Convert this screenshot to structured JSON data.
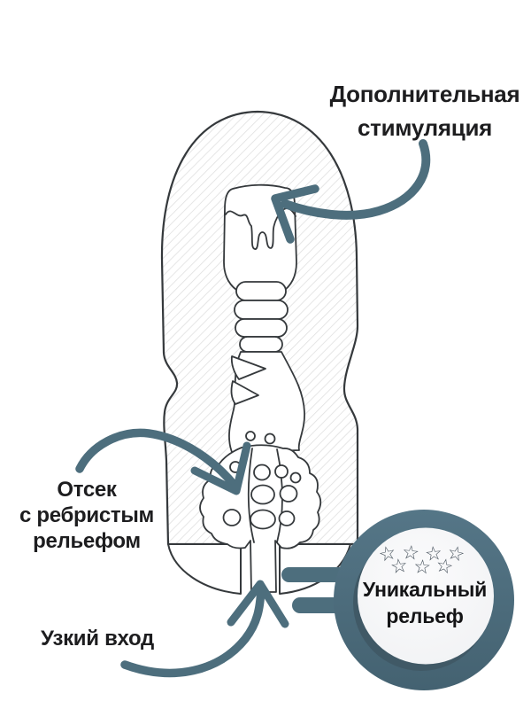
{
  "diagram": {
    "labels": {
      "additional_stimulation": {
        "line1": "Дополнительная",
        "line2": "стимуляция"
      },
      "ribbed_compartment": {
        "line1": "Отсек",
        "line2": "с ребристым",
        "line3": "рельефом"
      },
      "narrow_entrance": "Узкий вход"
    },
    "badge": {
      "line1": "Уникальный",
      "line2": "рельеф",
      "star_icon": "☆",
      "stars_count": 7
    },
    "colors": {
      "accent_teal": "#4d6e7d",
      "text": "#1d1d1f",
      "outline": "#35393c",
      "hatch": "#dedede",
      "badge_inner": "#f2f3f5"
    }
  }
}
